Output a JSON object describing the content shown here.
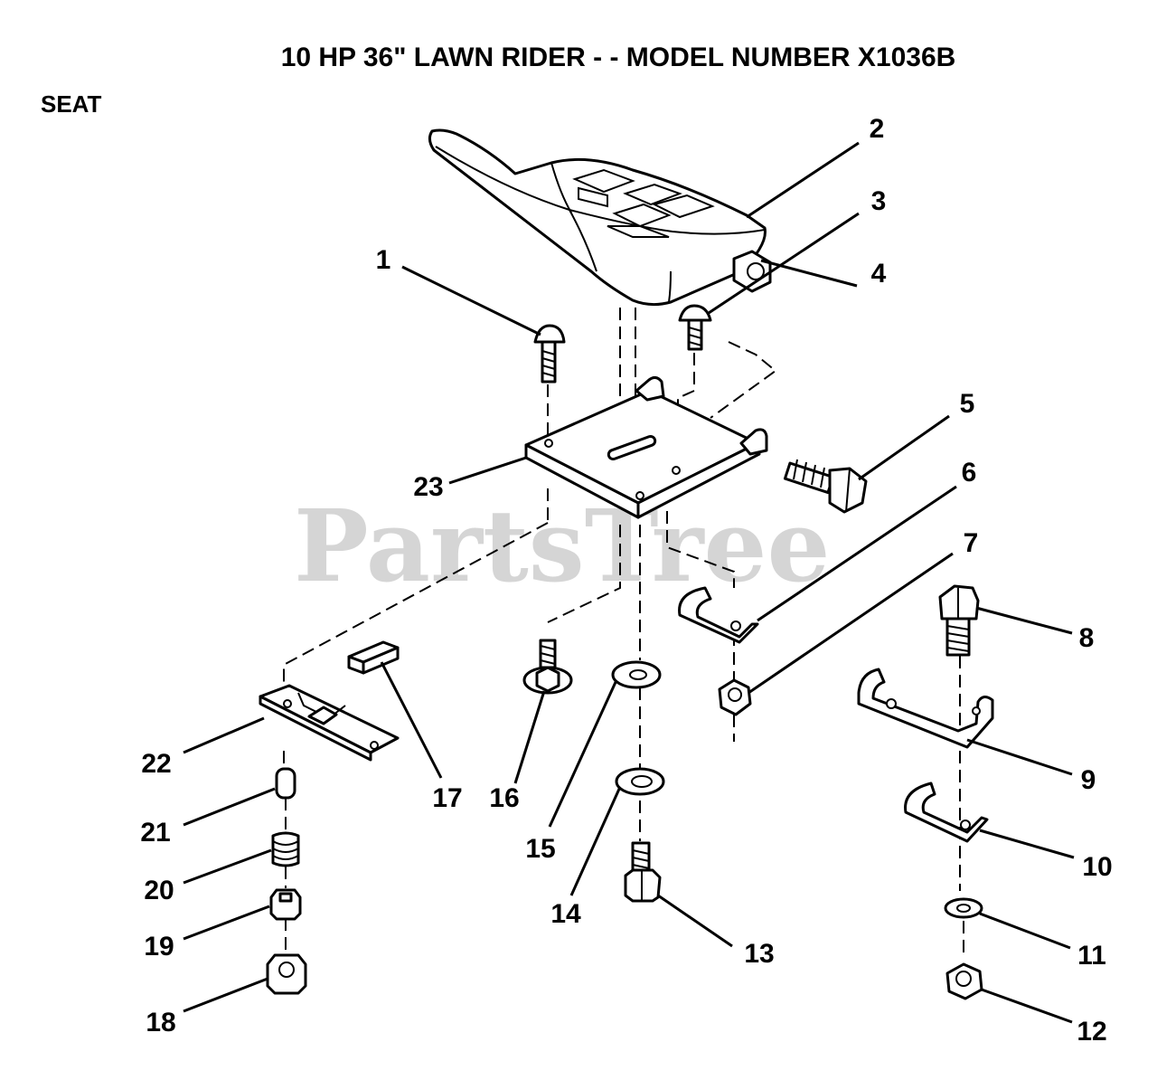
{
  "diagram": {
    "title": "10 HP 36\" LAWN RIDER - - MODEL NUMBER X1036B",
    "section": "SEAT",
    "watermark": "PartsTree",
    "callouts": [
      "1",
      "2",
      "3",
      "4",
      "5",
      "6",
      "7",
      "8",
      "9",
      "10",
      "11",
      "12",
      "13",
      "14",
      "15",
      "16",
      "17",
      "18",
      "19",
      "20",
      "21",
      "22",
      "23"
    ],
    "parts": [
      {
        "ref": "1",
        "name": "carriage-bolt"
      },
      {
        "ref": "2",
        "name": "seat"
      },
      {
        "ref": "3",
        "name": "screw"
      },
      {
        "ref": "4",
        "name": "nut"
      },
      {
        "ref": "5",
        "name": "hex-bolt"
      },
      {
        "ref": "6",
        "name": "spacer-clip"
      },
      {
        "ref": "7",
        "name": "lock-nut"
      },
      {
        "ref": "8",
        "name": "hex-bolt"
      },
      {
        "ref": "9",
        "name": "bracket"
      },
      {
        "ref": "10",
        "name": "spacer-clip"
      },
      {
        "ref": "11",
        "name": "washer"
      },
      {
        "ref": "12",
        "name": "lock-nut"
      },
      {
        "ref": "13",
        "name": "hex-bolt"
      },
      {
        "ref": "14",
        "name": "washer"
      },
      {
        "ref": "15",
        "name": "washer"
      },
      {
        "ref": "16",
        "name": "shoulder-bolt"
      },
      {
        "ref": "17",
        "name": "bumper"
      },
      {
        "ref": "18",
        "name": "flange-nut"
      },
      {
        "ref": "19",
        "name": "spring-cap"
      },
      {
        "ref": "20",
        "name": "spring"
      },
      {
        "ref": "21",
        "name": "pin"
      },
      {
        "ref": "22",
        "name": "seat-rail"
      },
      {
        "ref": "23",
        "name": "seat-pan"
      }
    ]
  }
}
